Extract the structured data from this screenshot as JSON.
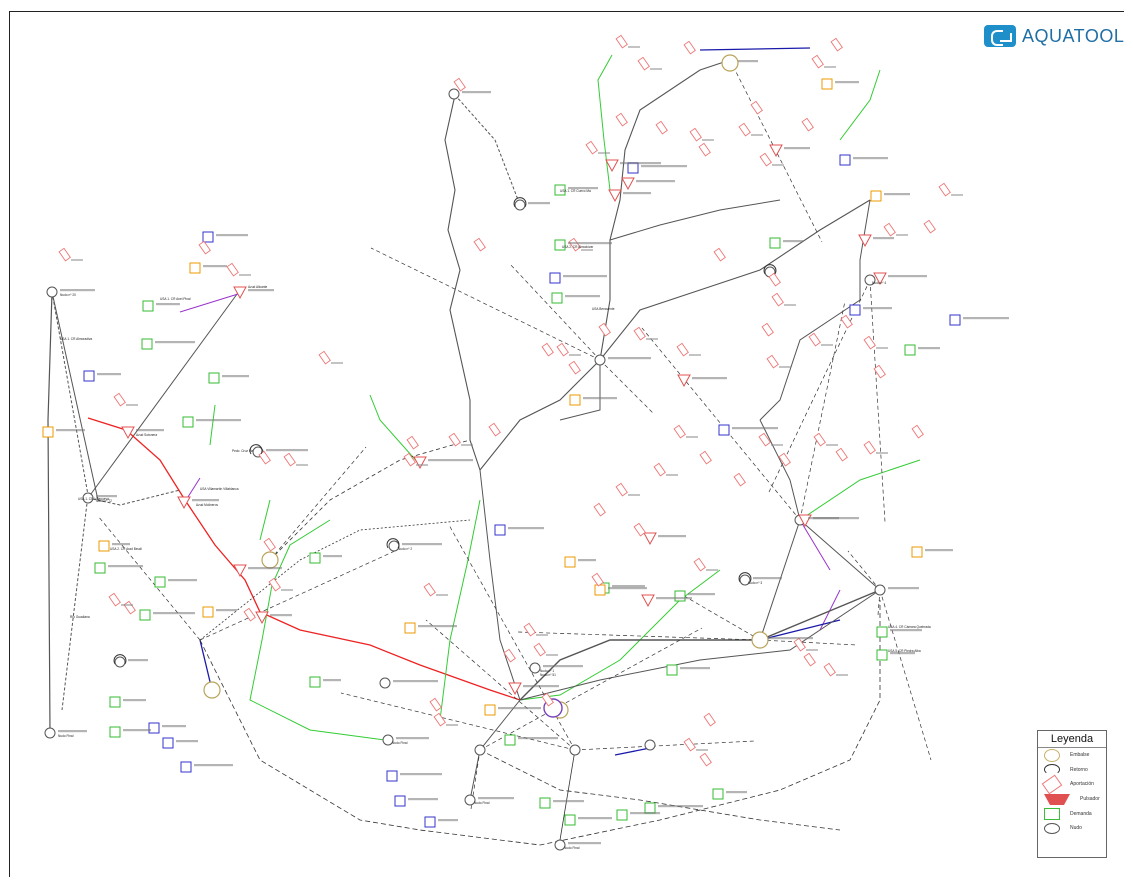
{
  "brand": {
    "name": "AQUATOOL"
  },
  "legend": {
    "title": "Leyenda",
    "items": [
      {
        "label": "Embalse",
        "icon": "reservoir-icon"
      },
      {
        "label": "Retorno",
        "icon": "return-icon"
      },
      {
        "label": "Aportación",
        "icon": "inflow-icon"
      },
      {
        "label": "Pulsador",
        "icon": "pulse-icon"
      },
      {
        "label": "Demanda",
        "icon": "demand-icon"
      },
      {
        "label": "Nudo",
        "icon": "node-icon"
      }
    ]
  },
  "colors": {
    "channel": "#555555",
    "transfer": "#333333",
    "supply": "#33cc33",
    "main_river": "#ee2222",
    "pump": "#9933cc",
    "blue": "#1a1aaa",
    "demand_green": "#33bb33",
    "demand_orange": "#ee9900",
    "demand_blue": "#3333cc",
    "inflow": "#ee7777"
  },
  "labels": [
    "Nudo nº 20",
    "Nudo nº 72",
    "Nudo Final",
    "USA 1. CR Anel Pinal",
    "USA 1. CR Almoradiva",
    "Azud Alicante",
    "USA 2. CR Arad Beudi",
    "Azud Molineros",
    "USA Villamartín Villablanca",
    "Pedo. Cruz Ma",
    "Río Guadiana",
    "Nudo nº 2",
    "Nudo nº 1",
    "USA 1. CR Villanueva",
    "Azud Sotonera",
    "Nudo Final",
    "USA 1. CR Cuevo Ma",
    "USA 2. CR Almodóvar",
    "USA Benavente",
    "Nudo nº 3",
    "Nudo Final",
    "USA 4. CR Cámara Quebrada",
    "USA 5. CR Piedra Alba",
    "Nudo nº 51",
    "Nudo Final",
    "Nudo nº 4"
  ]
}
